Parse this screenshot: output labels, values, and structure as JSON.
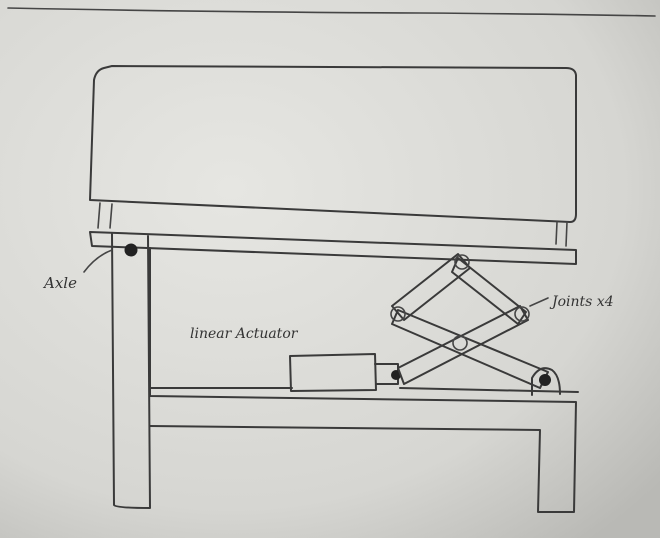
{
  "labels": {
    "axle": "Axle",
    "linear_actuator": "linear Actuator",
    "joints": "Joints x4"
  },
  "colors": {
    "paper": "#dcdcd8",
    "ink": "#3a3a3a",
    "pin": "#222222"
  }
}
